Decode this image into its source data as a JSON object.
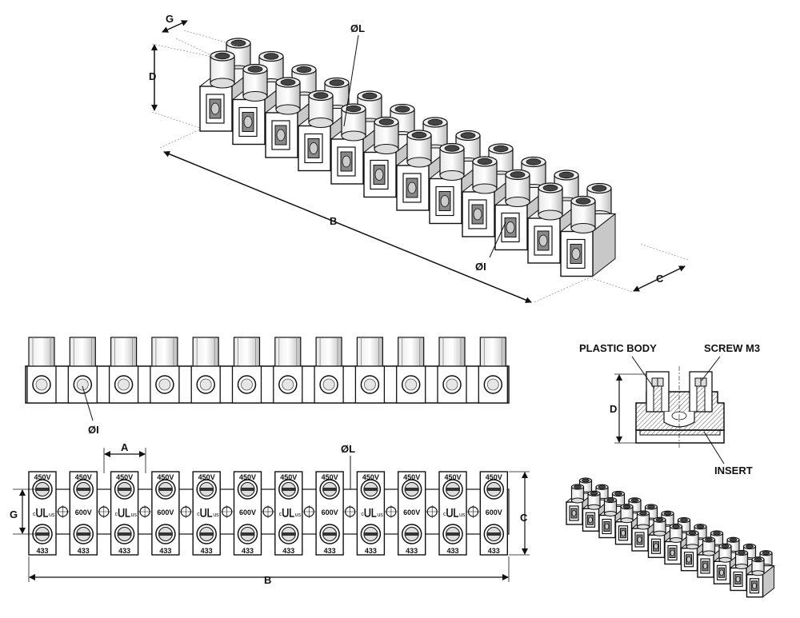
{
  "iso_view": {
    "dim_g": "G",
    "dim_d": "D",
    "dim_b": "B",
    "dim_c": "C",
    "dia_l": "ØL",
    "dia_i": "ØI"
  },
  "front_view": {
    "dia_i": "ØI"
  },
  "top_view": {
    "dim_a": "A",
    "dim_g": "G",
    "dim_c": "C",
    "dim_b": "B",
    "dia_l": "ØL",
    "voltage_top": "450V",
    "voltage_mid": "600V",
    "part_code": "433",
    "cert_mark": "c",
    "cert_us": "us"
  },
  "section_view": {
    "plastic_body": "PLASTIC BODY",
    "screw": "SCREW M3",
    "insert": "INSERT",
    "dim_d": "D"
  },
  "colors": {
    "line": "#111111",
    "hatch": "#666666",
    "dim": "#222222"
  }
}
